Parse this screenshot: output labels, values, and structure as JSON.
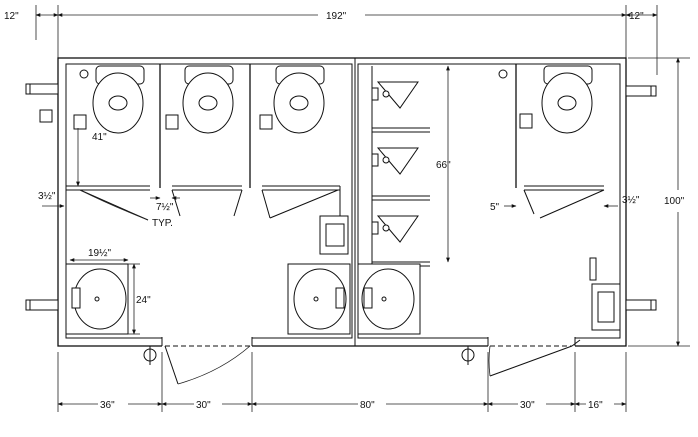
{
  "dimensions": {
    "top_left": "12\"",
    "top_overall": "192\"",
    "top_right": "12\"",
    "right_height": "100\"",
    "partition_depth": "41\"",
    "left_clear": "3½\"",
    "stall_gap": "7½\"",
    "typ": "TYP.",
    "urinal_zone": "66\"",
    "right_five": "5\"",
    "right_clear": "3½\"",
    "sink_width": "19½\"",
    "sink_depth": "24\"",
    "bottom_a": "36\"",
    "bottom_b": "30\"",
    "bottom_c": "80\"",
    "bottom_d": "30\"",
    "bottom_e": "16\""
  },
  "fixtures": {
    "toilets": 4,
    "urinals": 3,
    "sinks": 3
  }
}
